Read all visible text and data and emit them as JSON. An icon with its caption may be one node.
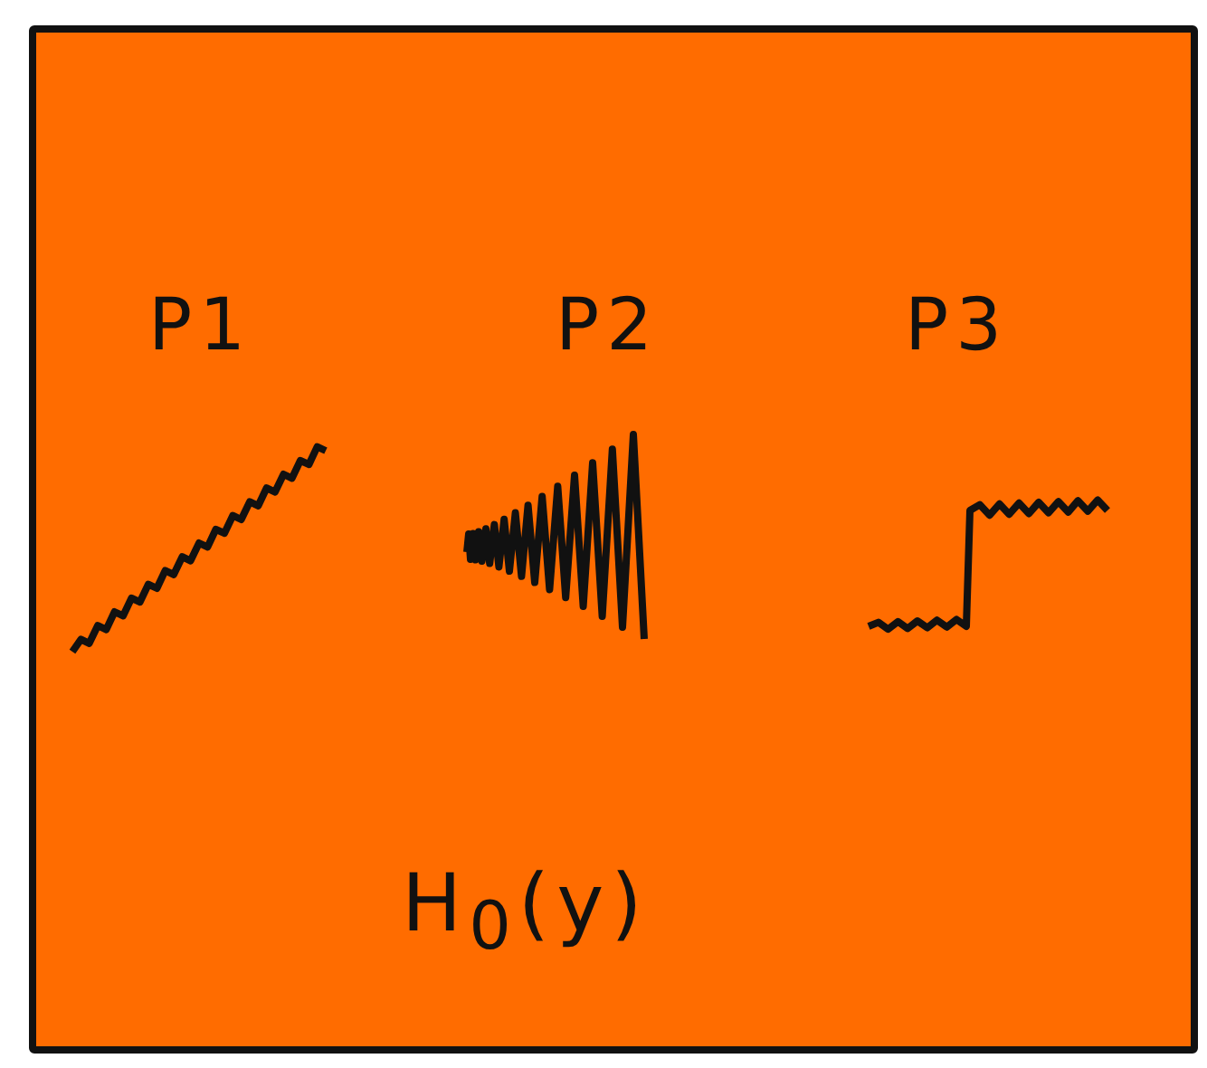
{
  "diagram": {
    "labels": [
      "P1",
      "P2",
      "P3",
      "H$_{0}$(y)"
    ]
  }
}
